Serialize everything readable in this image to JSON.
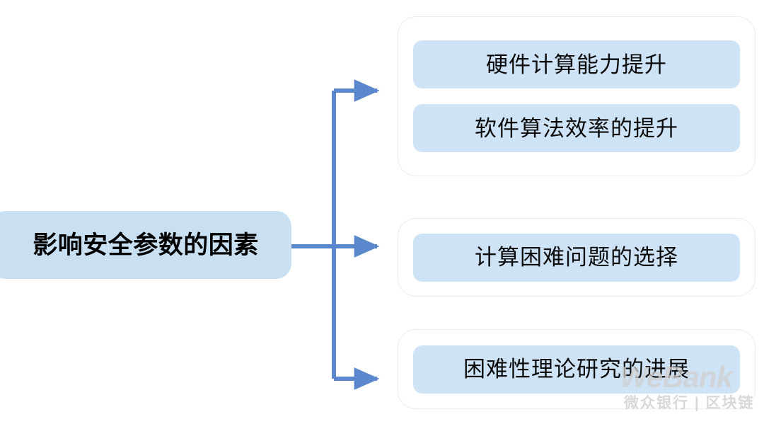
{
  "diagram": {
    "type": "mindmap-tree",
    "orientation": "left-to-right",
    "root": {
      "label": "影响安全参数的因素",
      "fill": "#c9e0f2",
      "text_color": "#000000",
      "bold": true
    },
    "connector": {
      "color": "#5b87cc",
      "style": "orthogonal-elbow-with-arrowheads",
      "branch_count": 3
    },
    "groups": [
      {
        "group_name": "group-one",
        "border_color": "#ececec",
        "items": [
          {
            "label": "硬件计算能力提升",
            "fill": "#cfe3f6"
          },
          {
            "label": "软件算法效率的提升",
            "fill": "#cfe3f6"
          }
        ]
      },
      {
        "group_name": "group-two",
        "border_color": "#ececec",
        "items": [
          {
            "label": "计算困难问题的选择",
            "fill": "#cfe3f6"
          }
        ]
      },
      {
        "group_name": "group-three",
        "border_color": "#ececec",
        "items": [
          {
            "label": "困难性理论研究的进展",
            "fill": "#cfe3f6"
          }
        ]
      }
    ]
  },
  "watermark": {
    "brand": "WeBank",
    "subtitle": "微众银行 | 区块链",
    "color": "#cfcfcf"
  }
}
